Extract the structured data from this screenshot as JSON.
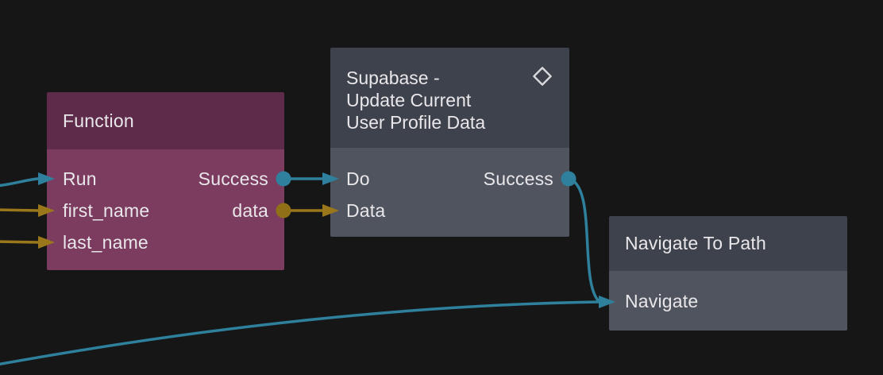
{
  "canvas": {
    "background": "#161617"
  },
  "colors": {
    "exec_accent": "#2e809c",
    "data_accent": "#9a771b",
    "function_header": "#5e2b4a",
    "function_body": "#7b3c5f",
    "node_header": "#3d424c",
    "node_body": "#4f545e",
    "text": "#e9e7ea"
  },
  "nodes": {
    "function": {
      "title": "Function",
      "inputs": [
        {
          "label": "Run",
          "type": "exec"
        },
        {
          "label": "first_name",
          "type": "data"
        },
        {
          "label": "last_name",
          "type": "data"
        }
      ],
      "outputs": [
        {
          "label": "Success",
          "type": "exec"
        },
        {
          "label": "data",
          "type": "data"
        }
      ]
    },
    "supabase": {
      "title": "Supabase - Update Current User Profile Data",
      "title_lines": [
        "Supabase -",
        "Update Current",
        "User Profile Data"
      ],
      "icon": "diamond-icon",
      "inputs": [
        {
          "label": "Do",
          "type": "exec"
        },
        {
          "label": "Data",
          "type": "data"
        }
      ],
      "outputs": [
        {
          "label": "Success",
          "type": "exec"
        }
      ]
    },
    "navigate": {
      "title": "Navigate To Path",
      "inputs": [
        {
          "label": "Navigate",
          "type": "exec"
        }
      ]
    }
  },
  "edges": [
    {
      "from": "offscreen-left",
      "to": "function.Run",
      "type": "exec"
    },
    {
      "from": "offscreen-left",
      "to": "function.first_name",
      "type": "data"
    },
    {
      "from": "offscreen-left",
      "to": "function.last_name",
      "type": "data"
    },
    {
      "from": "function.Success",
      "to": "supabase.Do",
      "type": "exec"
    },
    {
      "from": "function.data",
      "to": "supabase.Data",
      "type": "data"
    },
    {
      "from": "supabase.Success",
      "to": "navigate.Navigate",
      "type": "exec"
    },
    {
      "from": "offscreen-bottom-left",
      "to": "navigate.Navigate",
      "type": "exec"
    }
  ]
}
